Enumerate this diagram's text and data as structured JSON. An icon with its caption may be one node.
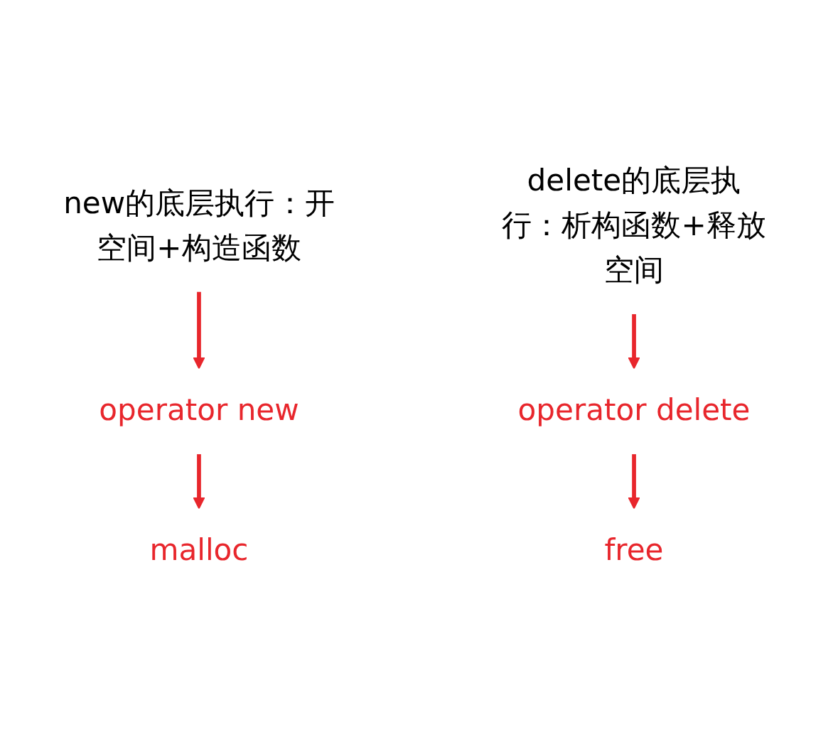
{
  "diagram": {
    "nodes": [
      {
        "text": [
          "new的底层执行：开空间+构造函数"
        ]
      },
      {
        "text": [
          "operator new"
        ]
      },
      {
        "text": [
          "malloc"
        ]
      },
      {
        "text": [
          "delete的底层执行：析构函数+释放空间"
        ]
      },
      {
        "text": [
          "operator delete"
        ]
      },
      {
        "text": [
          "free"
        ]
      }
    ],
    "edges": [
      {
        "from": 0,
        "to": 1,
        "arrow": "to"
      },
      {
        "from": 1,
        "to": 2,
        "arrow": "to"
      },
      {
        "from": 3,
        "to": 4,
        "arrow": "to"
      },
      {
        "from": 4,
        "to": 5,
        "arrow": "to"
      }
    ]
  }
}
